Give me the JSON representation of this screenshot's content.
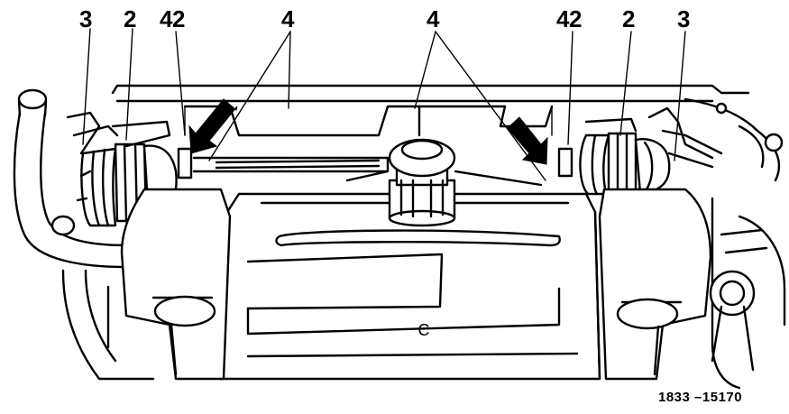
{
  "figure": {
    "reference": "1833 –15170",
    "callouts": [
      {
        "id": "left-3",
        "text": "3"
      },
      {
        "id": "left-2",
        "text": "2"
      },
      {
        "id": "left-42",
        "text": "42"
      },
      {
        "id": "left-4",
        "text": "4"
      },
      {
        "id": "right-4",
        "text": "4"
      },
      {
        "id": "right-42",
        "text": "42"
      },
      {
        "id": "right-2",
        "text": "2"
      },
      {
        "id": "right-3",
        "text": "3"
      }
    ],
    "cover_marking": "C",
    "colors": {
      "ink": "#000000",
      "paper": "#ffffff"
    }
  }
}
